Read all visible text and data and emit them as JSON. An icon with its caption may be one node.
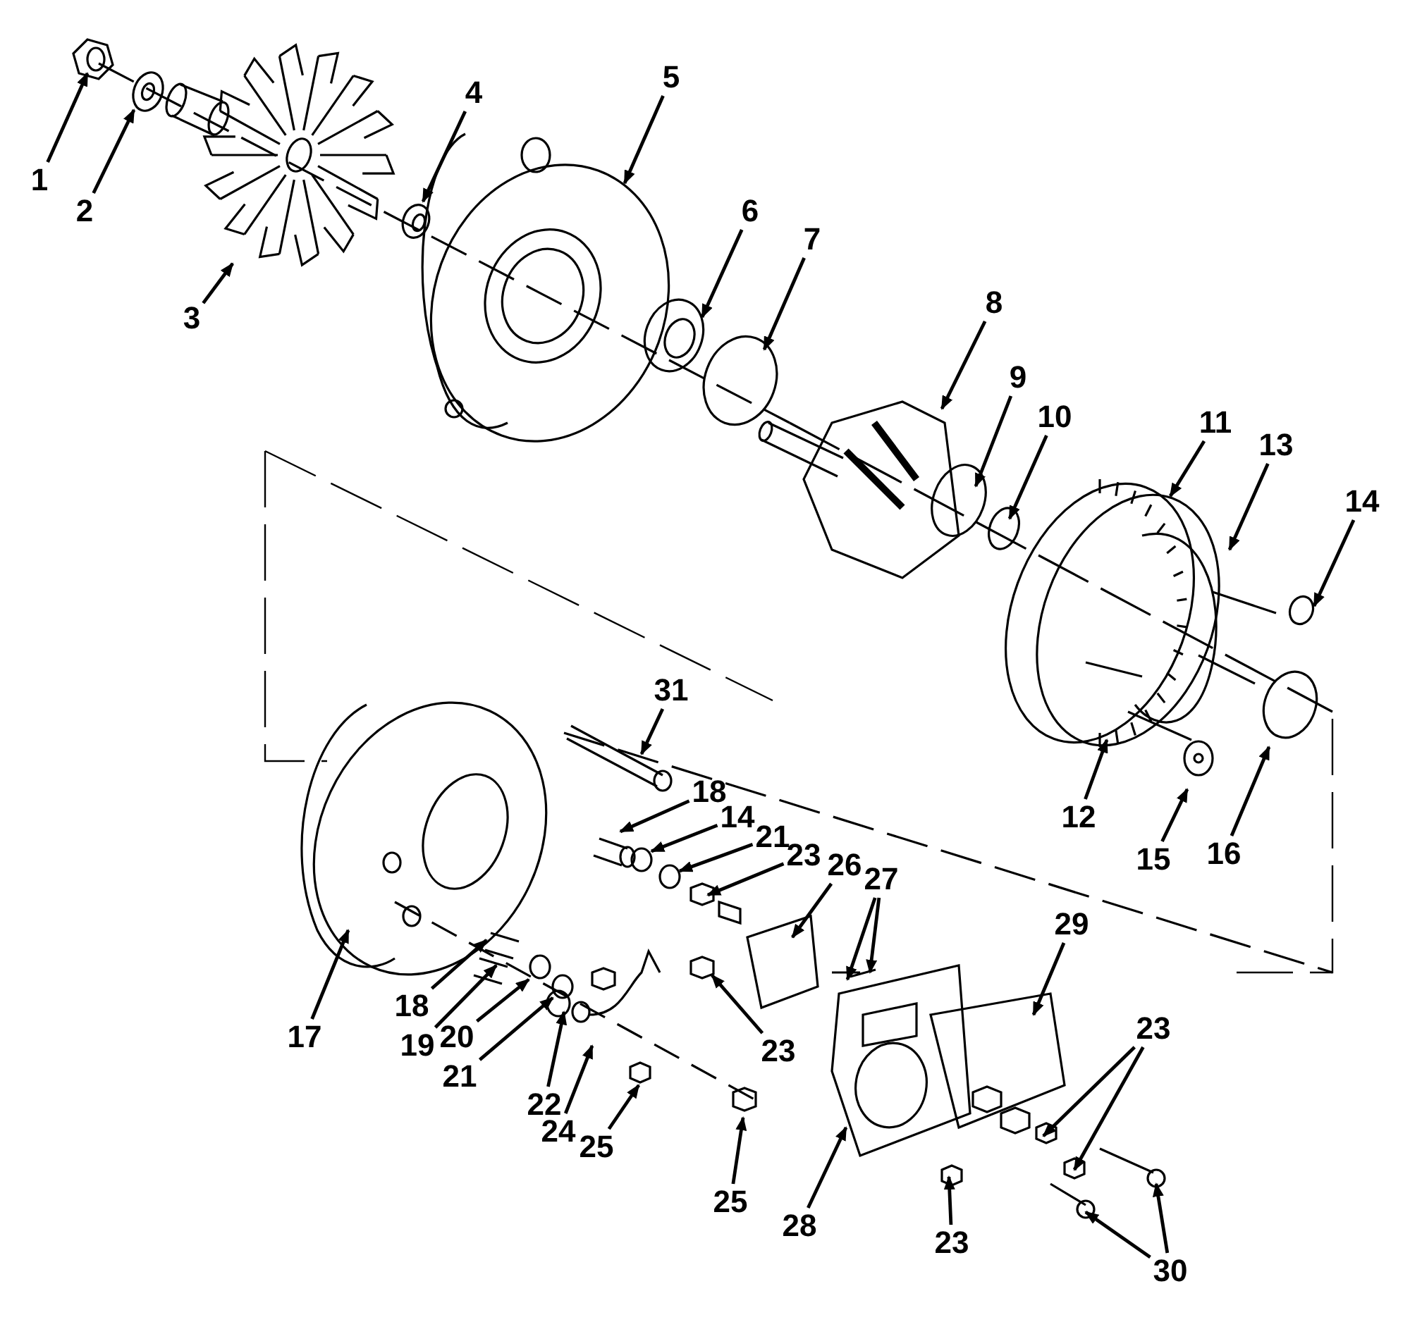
{
  "diagram": {
    "nodes": [
      {
        "text": [
          "1"
        ]
      },
      {
        "text": [
          "2"
        ]
      },
      {
        "text": [
          "4"
        ]
      },
      {
        "text": [
          "5"
        ]
      },
      {
        "text": [
          "6"
        ]
      },
      {
        "text": [
          "7"
        ]
      },
      {
        "text": [
          "3"
        ]
      },
      {
        "text": [
          "8"
        ]
      },
      {
        "text": [
          "9"
        ]
      },
      {
        "text": [
          "10"
        ]
      },
      {
        "text": [
          "11"
        ]
      },
      {
        "text": [
          "13"
        ]
      },
      {
        "text": [
          "14"
        ]
      },
      {
        "text": [
          "31"
        ]
      },
      {
        "text": [
          "18"
        ]
      },
      {
        "text": [
          "14"
        ]
      },
      {
        "text": [
          "21"
        ]
      },
      {
        "text": [
          "23"
        ]
      },
      {
        "text": [
          "26"
        ]
      },
      {
        "text": [
          "27"
        ]
      },
      {
        "text": [
          "12"
        ]
      },
      {
        "text": [
          "15"
        ]
      },
      {
        "text": [
          "16"
        ]
      },
      {
        "text": [
          "29"
        ]
      },
      {
        "text": [
          "17"
        ]
      },
      {
        "text": [
          "18"
        ]
      },
      {
        "text": [
          "19"
        ]
      },
      {
        "text": [
          "20"
        ]
      },
      {
        "text": [
          "23"
        ]
      },
      {
        "text": [
          "21"
        ]
      },
      {
        "text": [
          "23"
        ]
      },
      {
        "text": [
          "22"
        ]
      },
      {
        "text": [
          "24"
        ]
      },
      {
        "text": [
          "25"
        ]
      },
      {
        "text": [
          "25"
        ]
      },
      {
        "text": [
          "28"
        ]
      },
      {
        "text": [
          "23"
        ]
      },
      {
        "text": [
          "30"
        ]
      }
    ],
    "edges": [
      {
        "from": 0,
        "to": null,
        "arrow": "to"
      },
      {
        "from": 1,
        "to": null,
        "arrow": "to"
      },
      {
        "from": 2,
        "to": null,
        "arrow": "to"
      },
      {
        "from": 3,
        "to": null,
        "arrow": "to"
      },
      {
        "from": 4,
        "to": null,
        "arrow": "to"
      },
      {
        "from": 5,
        "to": null,
        "arrow": "to"
      },
      {
        "from": 6,
        "to": null,
        "arrow": "to"
      },
      {
        "from": 7,
        "to": null,
        "arrow": "to"
      },
      {
        "from": 8,
        "to": null,
        "arrow": "to"
      },
      {
        "from": 9,
        "to": null,
        "arrow": "to"
      },
      {
        "from": 10,
        "to": null,
        "arrow": "to"
      },
      {
        "from": 11,
        "to": null,
        "arrow": "to"
      },
      {
        "from": 12,
        "to": null,
        "arrow": "to"
      },
      {
        "from": 13,
        "to": null,
        "arrow": "to"
      },
      {
        "from": 14,
        "to": null,
        "arrow": "to"
      },
      {
        "from": 15,
        "to": null,
        "arrow": "to"
      },
      {
        "from": 16,
        "to": null,
        "arrow": "to"
      },
      {
        "from": 17,
        "to": null,
        "arrow": "to"
      },
      {
        "from": 18,
        "to": null,
        "arrow": "to"
      },
      {
        "from": 19,
        "to": null,
        "arrow": "to"
      },
      {
        "from": 19,
        "to": null,
        "arrow": "to"
      },
      {
        "from": 20,
        "to": null,
        "arrow": "to"
      },
      {
        "from": 21,
        "to": null,
        "arrow": "to"
      },
      {
        "from": 22,
        "to": null,
        "arrow": "to"
      },
      {
        "from": 23,
        "to": null,
        "arrow": "to"
      },
      {
        "from": 24,
        "to": null,
        "arrow": "to"
      },
      {
        "from": 25,
        "to": null,
        "arrow": "to"
      },
      {
        "from": 26,
        "to": null,
        "arrow": "to"
      },
      {
        "from": 27,
        "to": null,
        "arrow": "to"
      },
      {
        "from": 28,
        "to": null,
        "arrow": "to"
      },
      {
        "from": 29,
        "to": null,
        "arrow": "to"
      },
      {
        "from": 30,
        "to": null,
        "arrow": "to"
      },
      {
        "from": 30,
        "to": null,
        "arrow": "to"
      },
      {
        "from": 31,
        "to": null,
        "arrow": "to"
      },
      {
        "from": 32,
        "to": null,
        "arrow": "to"
      },
      {
        "from": 33,
        "to": null,
        "arrow": "to"
      },
      {
        "from": 34,
        "to": null,
        "arrow": "to"
      },
      {
        "from": 35,
        "to": null,
        "arrow": "to"
      },
      {
        "from": 36,
        "to": null,
        "arrow": "to"
      },
      {
        "from": 37,
        "to": null,
        "arrow": "to"
      },
      {
        "from": 37,
        "to": null,
        "arrow": "to"
      }
    ]
  }
}
